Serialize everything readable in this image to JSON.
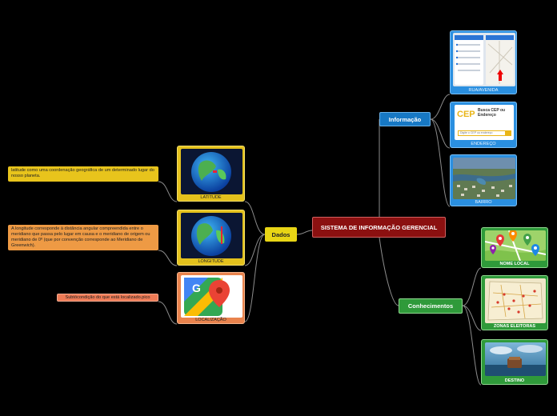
{
  "center": {
    "label": "SISTEMA DE INFORMAÇÃO GERENCIAL"
  },
  "dados": {
    "label": "Dados",
    "cards": [
      {
        "caption": "LATITUDE",
        "note": "latitude como uma coordenação geográfica de um determinado lugar do nosso planeta."
      },
      {
        "caption": "LONGITUDE",
        "note": "A longitude corresponde à distância angular compreendida entre o meridiano que passa pelo lugar em causa e o meridiano de origem ou meridiano de 0º (que por convenção corresponde ao Meridiano de Greenwich)."
      },
      {
        "caption": "LOCALIZAÇÃO",
        "note": "Subtócondição do que está localizado.pico"
      }
    ]
  },
  "informacao": {
    "label": "Informação",
    "cards": [
      {
        "caption": "RUA/AVENIDA"
      },
      {
        "caption": "ENDEREÇO",
        "logo": "CEP",
        "title": "Busca CEP ou Endereço",
        "subtitle": "Digite o CEP ou endereço"
      },
      {
        "caption": "BAIRRO"
      }
    ]
  },
  "conhecimentos": {
    "label": "Conhecimentos",
    "cards": [
      {
        "caption": "NOME LOCAL"
      },
      {
        "caption": "ZONAS ELEITORAS"
      },
      {
        "caption": "DESTINO"
      }
    ]
  },
  "colors": {
    "center": "#8b1010",
    "dados": "#e8d515",
    "informacao": "#1778c4",
    "conhecimentos": "#2f9a3a",
    "line": "#8c8c8c"
  },
  "icons": [
    "globe-icon",
    "google-maps-icon",
    "map-pin-icon"
  ]
}
